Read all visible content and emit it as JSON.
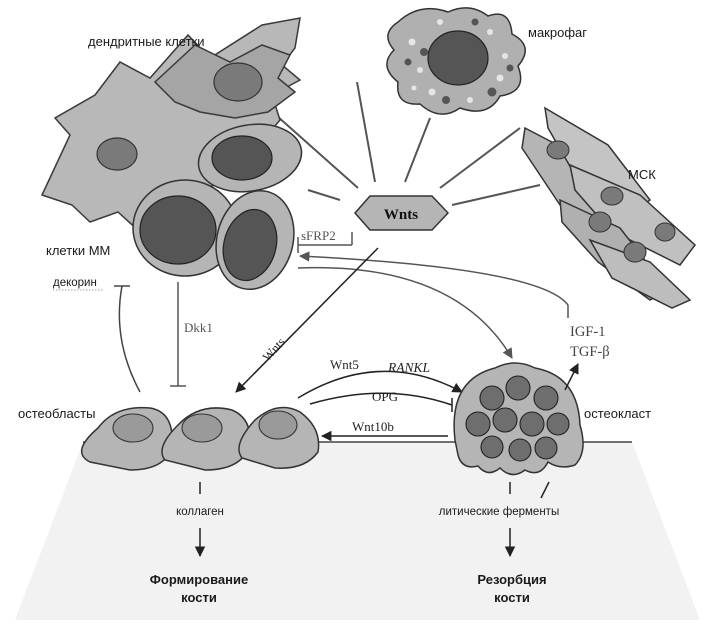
{
  "labels": {
    "dendritic_cells": "дендритные клетки",
    "macrophage": "макрофаг",
    "msc": "МСК",
    "mm_cells": "клетки ММ",
    "decorin": "декорин",
    "osteoblasts": "остеобласты",
    "osteoclast": "остеокласт",
    "collagen": "коллаген",
    "lytic_enzymes": "литические ферменты",
    "bone_formation_line1": "Формирование",
    "bone_formation_line2": "кости",
    "bone_resorption_line1": "Резорбция",
    "bone_resorption_line2": "кости"
  },
  "factors": {
    "wnts_center": "Wnts",
    "sfrp2": "sFRP2",
    "dkk1": "Dkk1",
    "wnts_arrow": "Wnts",
    "wnt5": "Wnt5",
    "rankl": "RANKL",
    "opg": "OPG",
    "wnt10b": "Wnt10b",
    "igf1": "IGF-1",
    "tgfb": "TGF-β"
  }
}
